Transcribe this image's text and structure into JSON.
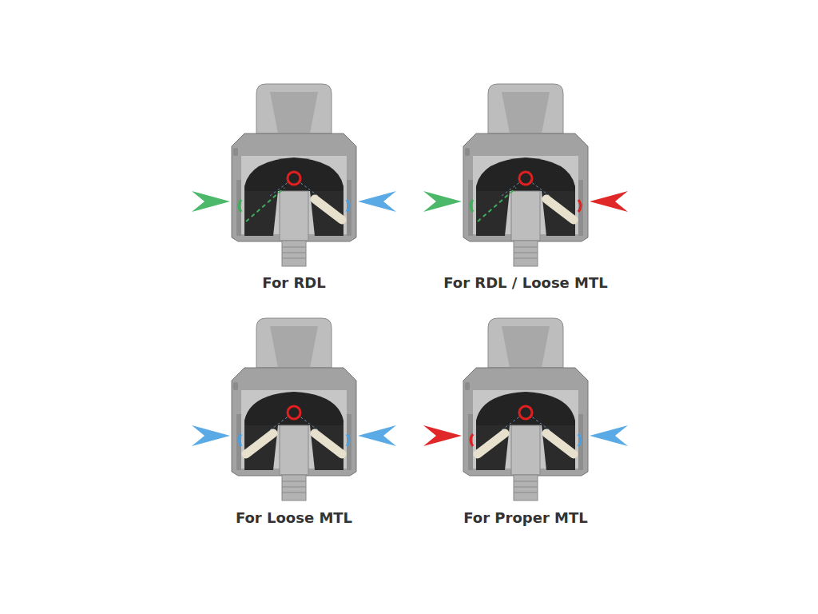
{
  "diagram": {
    "labels": [
      "For RDL",
      "For RDL / Loose MTL",
      "For Loose MTL",
      "For Proper MTL"
    ]
  }
}
